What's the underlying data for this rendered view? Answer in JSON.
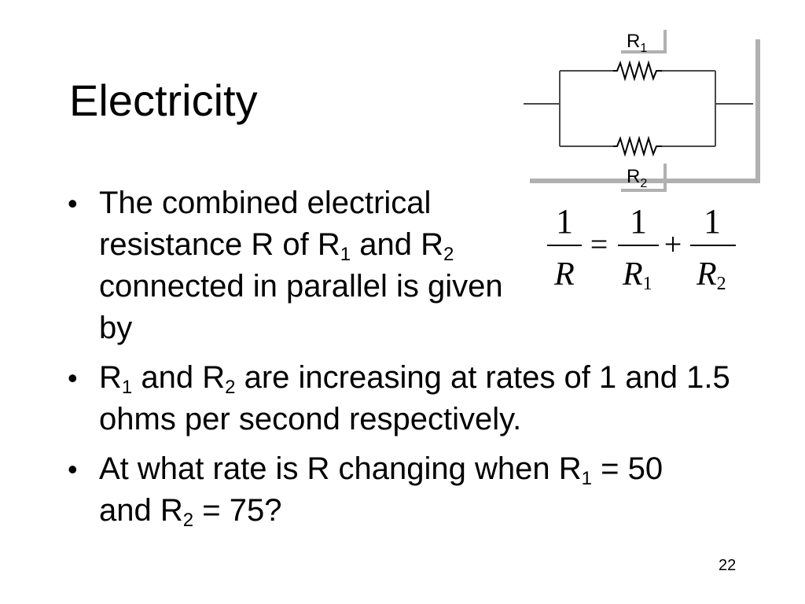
{
  "slide": {
    "title": "Electricity",
    "page_number": "22"
  },
  "bullets": [
    {
      "pre": "The combined electrical resistance R of R",
      "sub1": "1",
      "mid": " and R",
      "sub2": "2",
      "post": " connected in parallel is given by"
    },
    {
      "pre": "R",
      "sub1": "1",
      "mid": " and R",
      "sub2": "2",
      "post": " are increasing at rates of 1 and 1.5 ohms per second respectively."
    },
    {
      "pre": "At what rate is R changing when R",
      "sub1": "1",
      "mid": " = 50 and R",
      "sub2": "2",
      "post": " = 75?"
    }
  ],
  "circuit": {
    "label_top": "R",
    "label_top_sub": "1",
    "label_bottom": "R",
    "label_bottom_sub": "2"
  },
  "formula": {
    "lhs_num": "1",
    "lhs_den": "R",
    "equals": "=",
    "t1_num": "1",
    "t1_den": "R",
    "t1_sub": "1",
    "plus": "+",
    "t2_num": "1",
    "t2_den": "R",
    "t2_sub": "2"
  }
}
